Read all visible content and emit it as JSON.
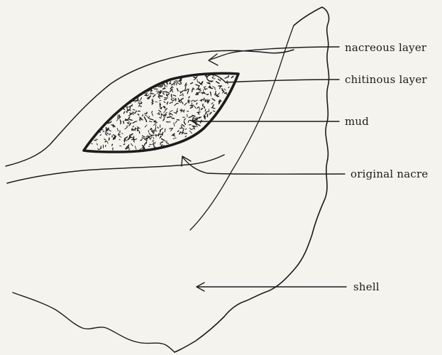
{
  "labels": {
    "nacreous_layer": "nacreous layer",
    "chitinous_layer": "chitinous layer",
    "mud": "mud",
    "original_nacre": "original nacre",
    "shell": "shell"
  },
  "colors": {
    "background": "#f5f3ee",
    "ink": "#1b1b1b"
  }
}
